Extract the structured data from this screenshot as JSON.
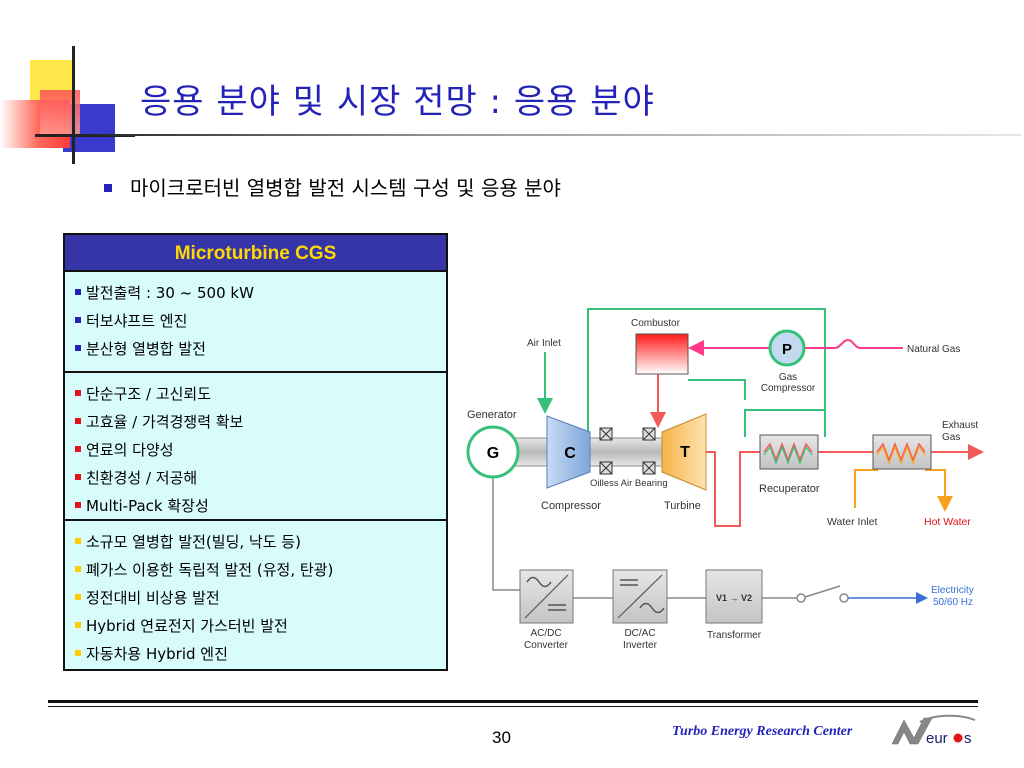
{
  "slide": {
    "title": "응용 분야 및 시장 전망 : 응용 분야",
    "subtitle": "마이크로터빈 열병합 발전 시스템 구성 및 응용 분야",
    "page_number": "30",
    "organization": "Turbo Energy Research Center",
    "logo_text": "eur s",
    "colors": {
      "title": "#2323b8",
      "table_head": "#3535a8",
      "table_head_text": "#ffd800",
      "table_bg": "#d8fbfb"
    }
  },
  "table": {
    "header": "Microturbine CGS",
    "sections": [
      {
        "bullet_color": "#2323b8",
        "items": [
          "발전출력 : 30 ~ 500 kW",
          "터보샤프트 엔진",
          "분산형 열병합 발전"
        ]
      },
      {
        "bullet_color": "#e0141a",
        "items": [
          "단순구조 / 고신뢰도",
          "고효율 / 가격경쟁력 확보",
          "연료의 다양성",
          "친환경성 / 저공해",
          "Multi-Pack 확장성"
        ]
      },
      {
        "bullet_color": "#ffcc00",
        "items": [
          "소규모 열병합 발전(빌딩, 낙도 등)",
          "폐가스 이용한 독립적 발전 (유정, 탄광)",
          "정전대비 비상용 발전",
          "Hybrid 연료전지 가스터빈 발전",
          "자동차용 Hybrid 엔진"
        ]
      }
    ]
  },
  "diagram": {
    "labels": {
      "combustor": "Combustor",
      "air_inlet": "Air Inlet",
      "natural_gas": "Natural Gas",
      "gas_compressor_1": "Gas",
      "gas_compressor_2": "Compressor",
      "generator": "Generator",
      "g": "G",
      "c": "C",
      "t": "T",
      "p": "P",
      "bearing": "Oilless Air Bearing",
      "compressor": "Compressor",
      "turbine": "Turbine",
      "recuperator": "Recuperator",
      "exhaust_1": "Exhaust",
      "exhaust_2": "Gas",
      "water_inlet": "Water Inlet",
      "hot_water": "Hot Water",
      "acdc_1": "AC/DC",
      "acdc_2": "Converter",
      "dcac_1": "DC/AC",
      "dcac_2": "Inverter",
      "transformer": "Transformer",
      "v1v2": "V1 → V2",
      "electricity_1": "Electricity",
      "electricity_2": "50/60 Hz"
    }
  }
}
